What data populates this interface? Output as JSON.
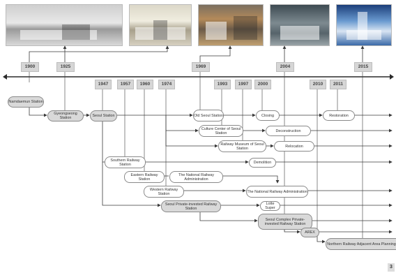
{
  "years_top": [
    "1900",
    "1925",
    "1969",
    "2004",
    "2015"
  ],
  "years_mid": [
    "1947",
    "1957",
    "1960",
    "1974",
    "1993",
    "1997",
    "2000",
    "2010",
    "2011"
  ],
  "nodes": {
    "namdaemun": "Namdaemun Station",
    "gyeongseong": "Gyeongseong Station",
    "seoul": "Seoul Station",
    "old_seoul": "Old Seoul Station",
    "closing": "Closing",
    "restoration": "Restoration",
    "culture_center": "Culture Center of Seoul Station",
    "deconstruction": "Deconstruction",
    "railway_museum": "Railway Museum of Seoul Station",
    "relocation": "Relocation",
    "southern": "Southern Railway Station",
    "demolition": "Demolition",
    "eastern": "Eastern Railway Station",
    "nra_1": "The National Railway Administration",
    "western": "Western Railway Station",
    "nra_2": "The National Railway Administration",
    "private_invested": "Seoul Private-invested Railway Station",
    "lotte": "Lotte Super",
    "complex": "Seoul Complex Private-invested Railway Station",
    "arex": "AREX",
    "northern": "Northern Railway Adjacent Area Planning"
  },
  "page_number": "3",
  "colors": {
    "line": "#3a3a3a",
    "pill_grey": "#d9d9d9",
    "year_box": "#d6d6d6"
  }
}
